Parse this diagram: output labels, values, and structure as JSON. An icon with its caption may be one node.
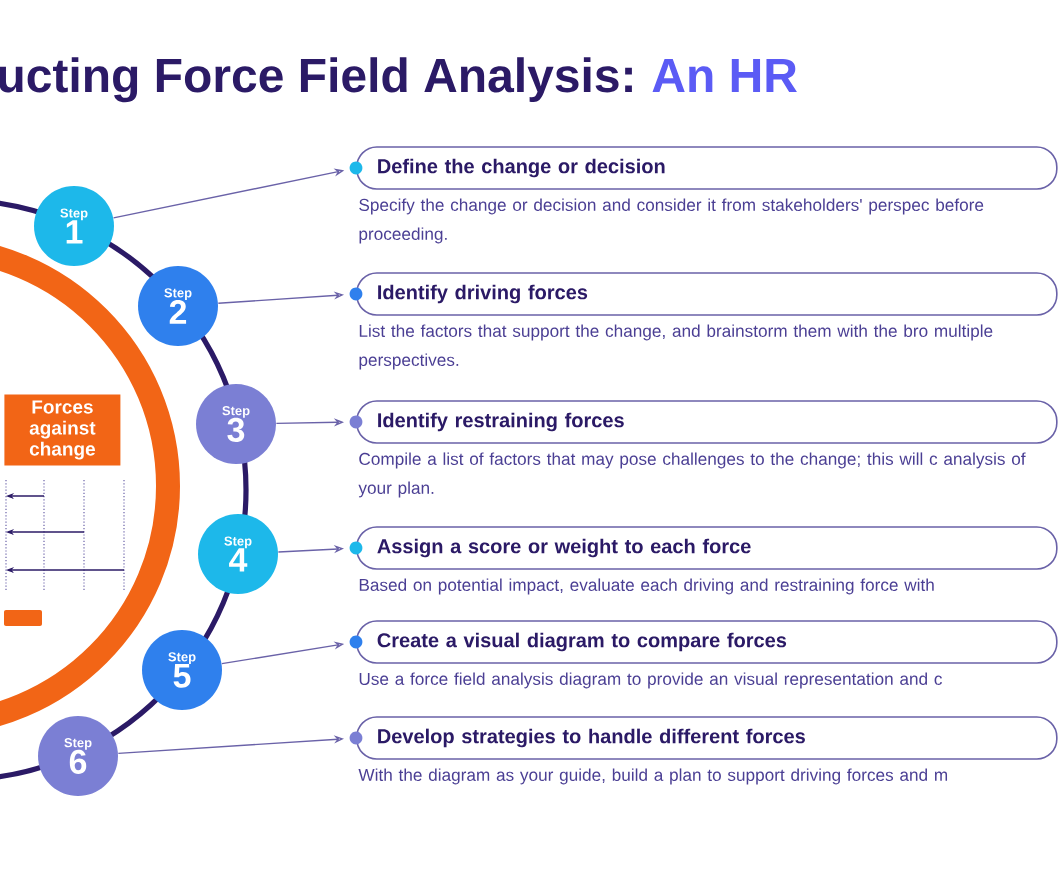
{
  "diagram": {
    "title": "ucting Force Field Analysis:",
    "nodes": [
      {
        "text": [
          "Forces against change"
        ]
      },
      {
        "text": [
          "Step",
          "1"
        ]
      },
      {
        "text": [
          "Step",
          "2"
        ]
      },
      {
        "text": [
          "Step",
          "3"
        ]
      },
      {
        "text": [
          "Step",
          "4"
        ]
      },
      {
        "text": [
          "Step",
          "5"
        ]
      },
      {
        "text": [
          "Step",
          "6"
        ]
      },
      {
        "text": [
          "Define the change or decision"
        ],
        "beside": [
          "Specify the change or decision and consider it from stakeholders' perspec before proceeding."
        ]
      },
      {
        "text": [
          "Identify driving forces"
        ],
        "beside": [
          "List the factors that support the change, and brainstorm them with the bro multiple perspectives."
        ]
      },
      {
        "text": [
          "Identify restraining forces"
        ],
        "beside": [
          "Compile a list of factors that may pose challenges to the change; this will c analysis of your plan."
        ]
      },
      {
        "text": [
          "Assign a score or weight to each force"
        ],
        "beside": [
          "Based on potential impact, evaluate each driving and restraining force with"
        ]
      },
      {
        "text": [
          "Create a visual diagram to compare forces"
        ],
        "beside": [
          "Use a force field analysis diagram to provide an visual representation and c"
        ]
      },
      {
        "text": [
          "Develop strategies to handle different forces"
        ],
        "beside": [
          "With the diagram as your guide, build a plan to support driving forces and m"
        ]
      }
    ],
    "edges": [
      {
        "from": 1,
        "to": 7,
        "arrow": "to"
      },
      {
        "from": 2,
        "to": 8,
        "arrow": "to"
      },
      {
        "from": 3,
        "to": 9,
        "arrow": "to"
      },
      {
        "from": 4,
        "to": 10,
        "arrow": "to"
      },
      {
        "from": 5,
        "to": 11,
        "arrow": "to"
      },
      {
        "from": 6,
        "to": 12,
        "arrow": "to"
      }
    ],
    "labels": [
      "An HR"
    ]
  }
}
